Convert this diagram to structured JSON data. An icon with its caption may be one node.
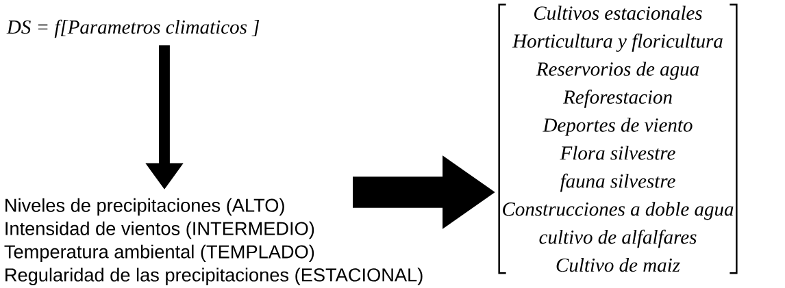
{
  "diagram": {
    "nodes": [
      {
        "text": [
          "DS = f[Parametros climaticos ]"
        ]
      },
      {
        "text": [
          "Niveles de precipitaciones (ALTO)",
          "Intensidad de vientos (INTERMEDIO)",
          "Temperatura ambiental (TEMPLADO)",
          "Regularidad de las precipitaciones (ESTACIONAL)"
        ]
      },
      {
        "text": [
          "Cultivos estacionales",
          "Horticultura y floricultura",
          "Reservorios de agua",
          "Reforestacion",
          "Deportes de viento",
          "Flora silvestre",
          "fauna silvestre",
          "Construcciones a doble agua",
          "cultivo de alfalfares",
          "Cultivo de maiz"
        ]
      }
    ],
    "edges": [
      {
        "from": 0,
        "to": 1,
        "arrow": "to"
      },
      {
        "from": 1,
        "to": 2,
        "arrow": "to",
        "style": "thick"
      }
    ]
  }
}
